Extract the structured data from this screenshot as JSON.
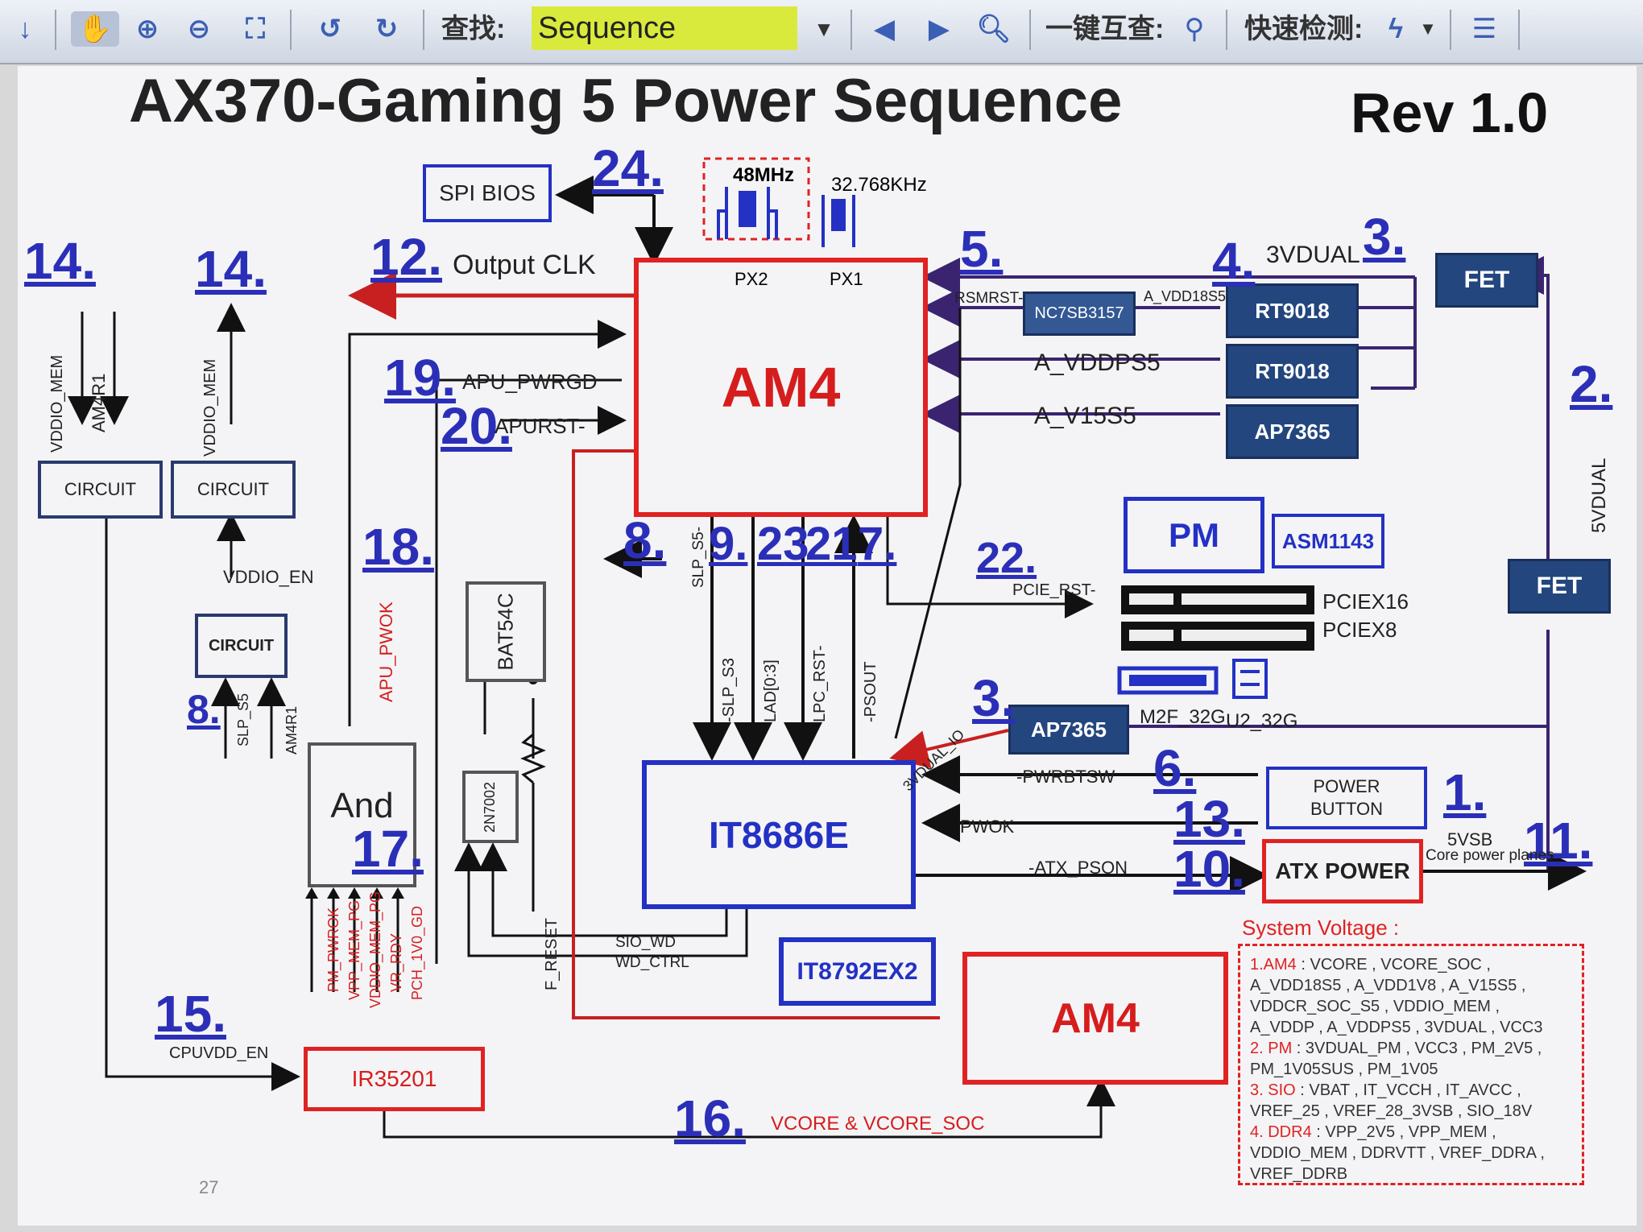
{
  "toolbar": {
    "find_label": "查找:",
    "search_value": "Sequence",
    "cross_check_label": "一键互查:",
    "quick_check_label": "快速检测:"
  },
  "diagram": {
    "title": "AX370-Gaming 5 Power Sequence",
    "revision": "Rev 1.0",
    "page_number": "27",
    "blocks": {
      "spi_bios": "SPI BIOS",
      "am4_main": "AM4",
      "am4_core": "AM4",
      "fet_top": "FET",
      "fet_right": "FET",
      "nc7sb": "NC7SB3157",
      "rt9018_a": "RT9018",
      "rt9018_b": "RT9018",
      "ap7365_a": "AP7365",
      "ap7365_b": "AP7365",
      "pm": "PM",
      "asm1143": "ASM1143",
      "circuit_1": "CIRCUIT",
      "circuit_2": "CIRCUIT",
      "circuit_3": "CIRCUIT",
      "and_gate": "And",
      "bat54c": "BAT54C",
      "transistor": "2N7002",
      "it8686e": "IT8686E",
      "it8792": "IT8792EX2",
      "ir35201": "IR35201",
      "power_button": "POWER BUTTON",
      "atx_power": "ATX POWER"
    },
    "crystals": {
      "xtal1": "48MHz",
      "xtal2": "32.768KHz",
      "px2": "PX2",
      "px1": "PX1"
    },
    "steps": {
      "s1": "1.",
      "s2": "2.",
      "s3a": "3.",
      "s3b": "3.",
      "s4": "4.",
      "s5": "5.",
      "s6": "6.",
      "s8a": "8.",
      "s8b": "8.",
      "s9": "9.",
      "s23": "23",
      "s21": "21",
      "s7": "7.",
      "s10": "10.",
      "s11": "11.",
      "s12": "12.",
      "s13": "13.",
      "s14a": "14.",
      "s14b": "14.",
      "s15": "15.",
      "s16": "16.",
      "s17": "17.",
      "s18": "18.",
      "s19": "19.",
      "s20": "20.",
      "s22": "22.",
      "s24": "24."
    },
    "signals": {
      "output_clk": "Output CLK",
      "apu_pwrgd": "APU_PWRGD",
      "apurst": "APURST-",
      "rsmrst": "RSMRST-",
      "a_vdd18s5": "A_VDD18S5",
      "a_vddps5": "A_VDDPS5",
      "a_v15s5": "A_V15S5",
      "v3dual": "3VDUAL",
      "v5dual": "5VDUAL",
      "slp_s5_top": "SLP_S5-",
      "slp_s3": "-SLP_S3",
      "lad": "LAD[0:3]",
      "lpc_rst": "LPC_RST-",
      "psout": "-PSOUT",
      "pcie_rst": "PCIE_RST-",
      "pciex16": "PCIEX16",
      "pciex8": "PCIEX8",
      "m2f": "M2F_32G",
      "u2": "U2_32G",
      "v3dual_io": "3VDUAL_IO",
      "pwrbtsw": "-PWRBTSW",
      "pwok": "PWOK",
      "atx_pson": "-ATX_PSON",
      "v5sb": "5VSB",
      "core_planes": "Core power planes",
      "vddio_mem_a": "VDDIO_MEM",
      "am4r1_a": "AM4R1",
      "vddio_mem_b": "VDDIO_MEM",
      "vddio_en": "VDDIO_EN",
      "slp_s5": "SLP_S5",
      "am4r1_b": "AM4R1",
      "apu_pwok": "APU_PWOK",
      "pm_pwrok": "PM_PWROK",
      "vpp_mem_pg": "VPP_MEM_PG",
      "vddio_mem_pg": "VDDIO_MEM_PG",
      "vr_rdy": "VR_RDY",
      "pch_1v0_gd": "PCH_1V0_GD",
      "f_reset": "F_RESET",
      "sio_wd": "SIO_WD",
      "wd_ctrl": "WD_CTRL",
      "cpuvdd_en": "CPUVDD_EN",
      "vcore": "VCORE & VCORE_SOC"
    },
    "system_voltage": {
      "title": "System Voltage :",
      "lines": [
        {
          "tag": "1.AM4",
          "text": ": VCORE , VCORE_SOC ,"
        },
        {
          "tag": "",
          "text": "A_VDD18S5 , A_VDD1V8 , A_V15S5 ,"
        },
        {
          "tag": "",
          "text": "VDDCR_SOC_S5 , VDDIO_MEM ,"
        },
        {
          "tag": "",
          "text": "A_VDDP , A_VDDPS5 , 3VDUAL , VCC3"
        },
        {
          "tag": "2. PM",
          "text": ": 3VDUAL_PM , VCC3 , PM_2V5 ,"
        },
        {
          "tag": "",
          "text": "PM_1V05SUS , PM_1V05"
        },
        {
          "tag": "3. SIO",
          "text": ": VBAT , IT_VCCH , IT_AVCC ,"
        },
        {
          "tag": "",
          "text": "VREF_25 , VREF_28_3VSB , SIO_18V"
        },
        {
          "tag": "4. DDR4",
          "text": ": VPP_2V5 , VPP_MEM ,"
        },
        {
          "tag": "",
          "text": "VDDIO_MEM , DDRVTT , VREF_DDRA ,"
        },
        {
          "tag": "",
          "text": "VREF_DDRB"
        }
      ]
    },
    "colors": {
      "step_blue": "#2b2fb8",
      "chip_red": "#e02222",
      "navy": "#23467e",
      "wire_purple": "#4b2a7a"
    }
  }
}
